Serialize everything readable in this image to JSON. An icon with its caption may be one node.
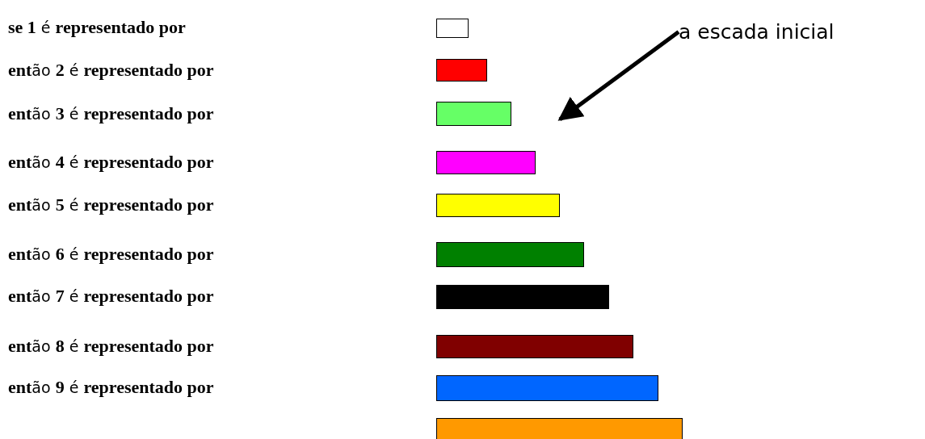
{
  "diagram": {
    "nodes": [
      {
        "text": [
          "a escada inicial"
        ]
      },
      {
        "text": [],
        "shape": "bar"
      }
    ],
    "edges": [
      {
        "from": 0,
        "to": 1,
        "arrow": "to"
      }
    ],
    "labels": [
      "**se 1** é **representado por**",
      "**ent**ão **2** é **representado por**",
      "**ent**ão **3** é **representado por**",
      "**ent**ão **4** é **representado por**",
      "**ent**ão **5** é **representado por**",
      "**ent**ão **6** é **representado por**",
      "**ent**ão **7** é **representado por**",
      "**ent**ão **8** é **representado por**",
      "**ent**ão **9** é **representado por**"
    ]
  }
}
